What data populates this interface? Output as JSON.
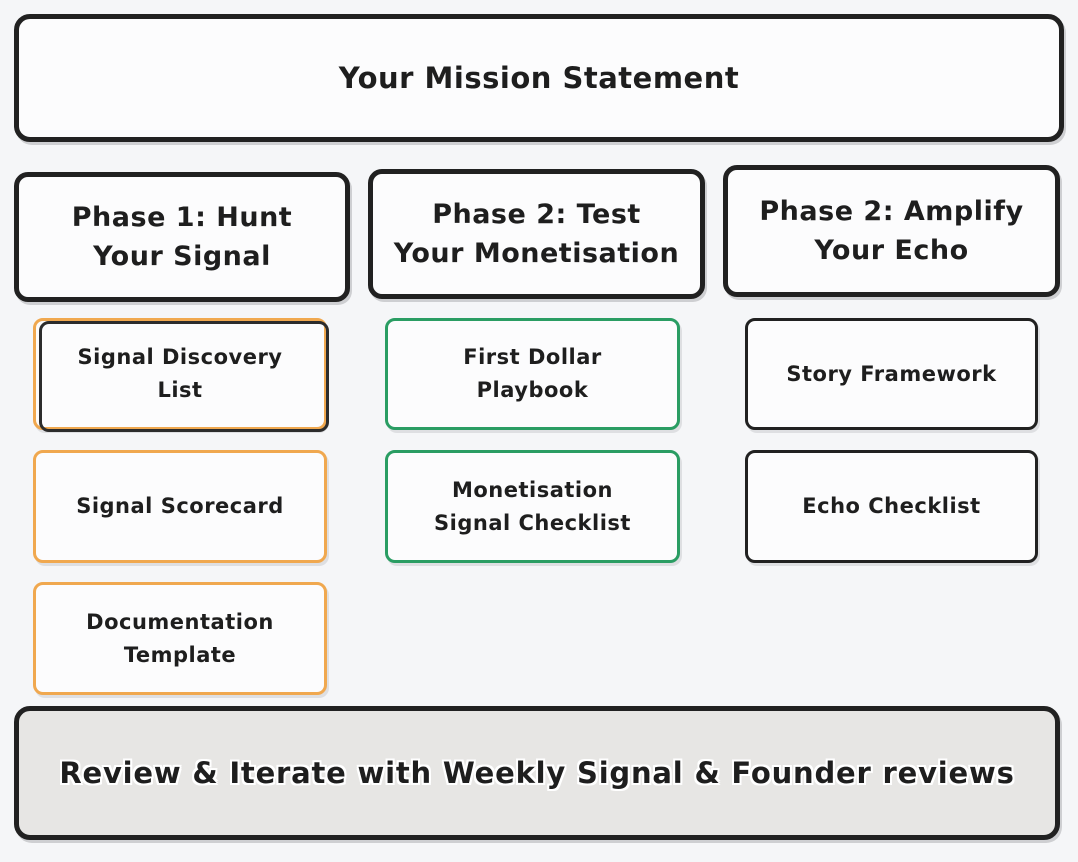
{
  "mission": {
    "label": "Your Mission Statement"
  },
  "phases": [
    {
      "label": "Phase 1: Hunt\nYour Signal",
      "items": [
        {
          "label": "Signal Discovery\nList"
        },
        {
          "label": "Signal Scorecard"
        },
        {
          "label": "Documentation\nTemplate"
        }
      ]
    },
    {
      "label": "Phase 2: Test\nYour Monetisation",
      "items": [
        {
          "label": "First Dollar\nPlaybook"
        },
        {
          "label": "Monetisation\nSignal Checklist"
        }
      ]
    },
    {
      "label": "Phase 2: Amplify\nYour Echo",
      "items": [
        {
          "label": "Story Framework"
        },
        {
          "label": "Echo Checklist"
        }
      ]
    }
  ],
  "footer": {
    "label": "Review & Iterate with Weekly Signal & Founder reviews"
  },
  "colors": {
    "background": "#f5f6f8",
    "box_fill": "#fcfcfd",
    "border_dark": "#212121",
    "accent_orange": "#f0a84f",
    "accent_green": "#2a9d63",
    "footer_fill": "#e7e6e4",
    "text": "#1e1e1e"
  }
}
